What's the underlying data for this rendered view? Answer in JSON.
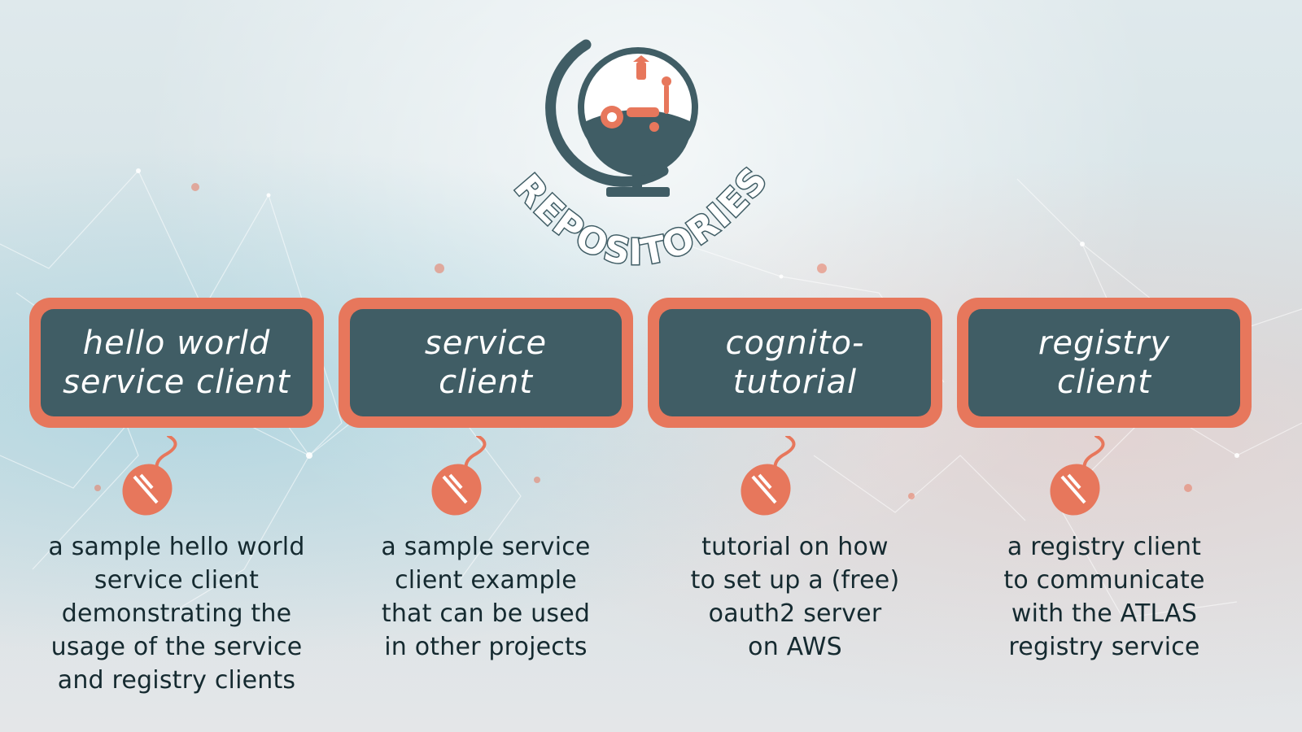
{
  "header": {
    "title": "REPOSITORIES"
  },
  "colors": {
    "accent": "#e7775c",
    "card_fill": "#405d65",
    "text": "#152a30"
  },
  "icons": {
    "logo": "globe-icon",
    "mouse": "computer-mouse-icon"
  },
  "repos": [
    {
      "title": "hello world\nservice client",
      "description": "a sample hello world\nservice client\ndemonstrating the\nusage of the service\nand registry clients"
    },
    {
      "title": "service\nclient",
      "description": "a sample service\nclient example\nthat can be used\nin other projects"
    },
    {
      "title": "cognito-\ntutorial",
      "description": "tutorial on how\nto set up a (free)\noauth2 server\non AWS"
    },
    {
      "title": "registry\nclient",
      "description": "a registry client\nto communicate\nwith the ATLAS\nregistry service"
    }
  ]
}
